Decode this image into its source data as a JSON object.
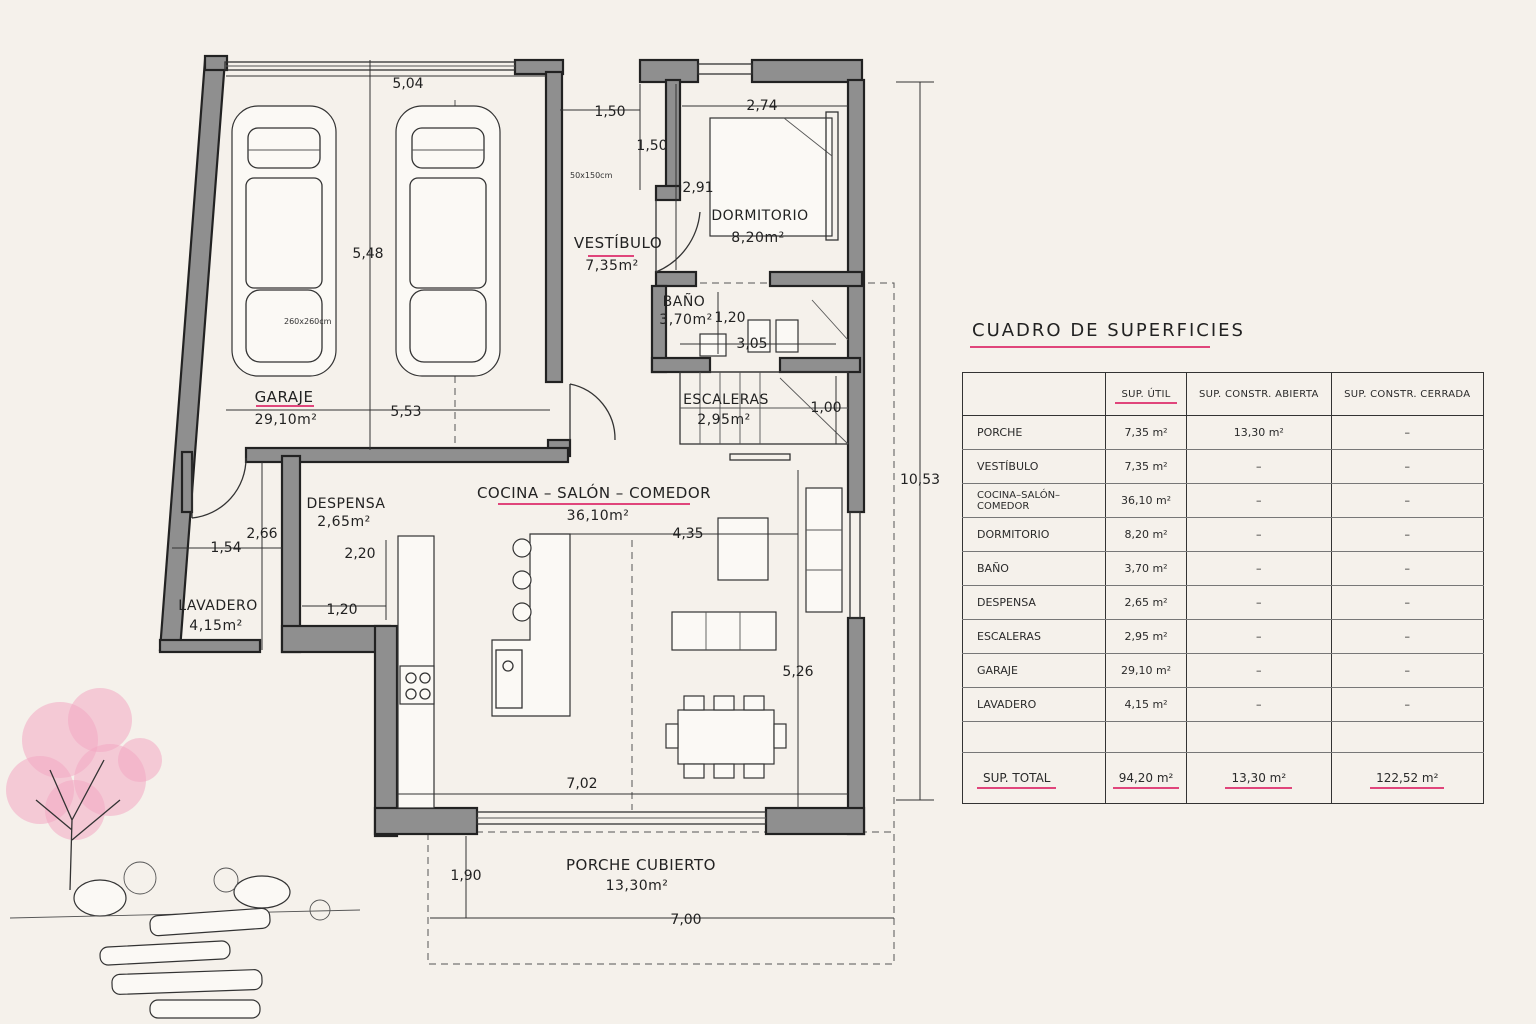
{
  "rooms": {
    "garaje": {
      "name": "GARAJE",
      "area": "29,10m²"
    },
    "vestibulo": {
      "name": "VESTÍBULO",
      "area": "7,35m²"
    },
    "dormitorio": {
      "name": "DORMITORIO",
      "area": "8,20m²"
    },
    "bano": {
      "name": "BAÑO",
      "area": "3,70m²"
    },
    "escaleras": {
      "name": "ESCALERAS",
      "area": "2,95m²"
    },
    "cocina": {
      "name": "COCINA – SALÓN – COMEDOR",
      "area": "36,10m²"
    },
    "despensa": {
      "name": "DESPENSA",
      "area": "2,65m²"
    },
    "lavadero": {
      "name": "LAVADERO",
      "area": "4,15m²"
    },
    "porche": {
      "name": "PORCHE CUBIERTO",
      "area": "13,30m²"
    }
  },
  "dimensions": {
    "garage_width": "5,04",
    "garage_depth": "5,48",
    "garage_inner": "5,53",
    "vest_top": "1,50",
    "vest_side": "1,50",
    "bed_width": "2,74",
    "bed_depth": "2,91",
    "bath_w": "1,20",
    "bath_l": "3,05",
    "stairs": "1,00",
    "total_depth": "10,53",
    "living_w": "4,35",
    "living_d": "5,26",
    "living_total": "7,02",
    "despensa_d": "2,20",
    "despensa_w": "1,20",
    "lav_w": "1,54",
    "lav_d": "2,66",
    "porch_d": "1,90",
    "porch_w": "7,00"
  },
  "notes": {
    "hall_window": "50x150cm",
    "garage_door": "260x260cm"
  },
  "table": {
    "title": "CUADRO DE SUPERFICIES",
    "headers": [
      "SUP. ÚTIL",
      "SUP. CONSTR. ABIERTA",
      "SUP. CONSTR. CERRADA"
    ],
    "rows": [
      {
        "name": "PORCHE",
        "util": "7,35 m²",
        "abierta": "13,30 m²",
        "cerrada": "–"
      },
      {
        "name": "VESTÍBULO",
        "util": "7,35 m²",
        "abierta": "–",
        "cerrada": "–"
      },
      {
        "name": "COCINA–SALÓN–COMEDOR",
        "util": "36,10 m²",
        "abierta": "–",
        "cerrada": "–"
      },
      {
        "name": "DORMITORIO",
        "util": "8,20 m²",
        "abierta": "–",
        "cerrada": "–"
      },
      {
        "name": "BAÑO",
        "util": "3,70 m²",
        "abierta": "–",
        "cerrada": "–"
      },
      {
        "name": "DESPENSA",
        "util": "2,65 m²",
        "abierta": "–",
        "cerrada": "–"
      },
      {
        "name": "ESCALERAS",
        "util": "2,95 m²",
        "abierta": "–",
        "cerrada": "–"
      },
      {
        "name": "GARAJE",
        "util": "29,10 m²",
        "abierta": "–",
        "cerrada": "–"
      },
      {
        "name": "LAVADERO",
        "util": "4,15 m²",
        "abierta": "–",
        "cerrada": "–"
      }
    ],
    "total": {
      "label": "SUP. TOTAL",
      "util": "94,20 m²",
      "abierta": "13,30 m²",
      "cerrada": "122,52 m²"
    }
  }
}
